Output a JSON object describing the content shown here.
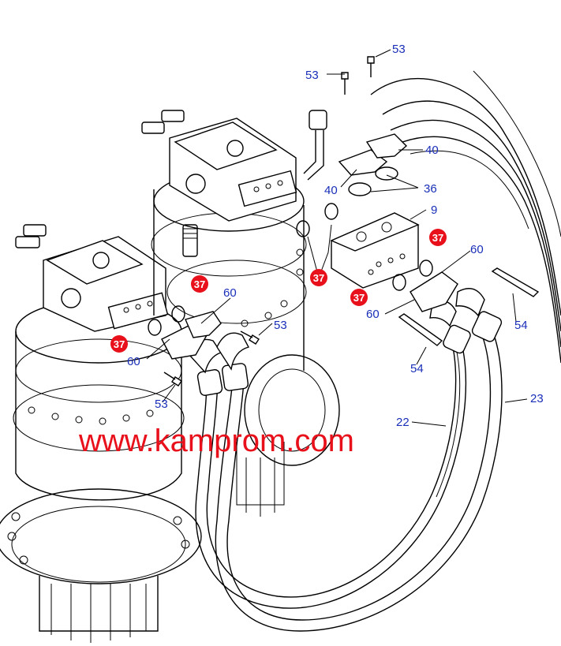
{
  "diagram": {
    "watermark": "www.kamprom.com",
    "colors": {
      "label": "#1a2fb8",
      "callout_red": "#e8101a",
      "line": "#000000",
      "background": "#ffffff"
    },
    "labels": [
      {
        "id": "53",
        "text": "53"
      },
      {
        "id": "53b",
        "text": "53"
      },
      {
        "id": "40",
        "text": "40"
      },
      {
        "id": "40b",
        "text": "40"
      },
      {
        "id": "36",
        "text": "36"
      },
      {
        "id": "9",
        "text": "9"
      },
      {
        "id": "60",
        "text": "60"
      },
      {
        "id": "60b",
        "text": "60"
      },
      {
        "id": "60c",
        "text": "60"
      },
      {
        "id": "60d",
        "text": "60"
      },
      {
        "id": "54",
        "text": "54"
      },
      {
        "id": "54b",
        "text": "54"
      },
      {
        "id": "53c",
        "text": "53"
      },
      {
        "id": "53d",
        "text": "53"
      },
      {
        "id": "23",
        "text": "23"
      },
      {
        "id": "22",
        "text": "22"
      }
    ],
    "callouts": [
      {
        "id": "37a",
        "text": "37"
      },
      {
        "id": "37b",
        "text": "37"
      },
      {
        "id": "37c",
        "text": "37"
      },
      {
        "id": "37d",
        "text": "37"
      },
      {
        "id": "37e",
        "text": "37"
      }
    ]
  }
}
